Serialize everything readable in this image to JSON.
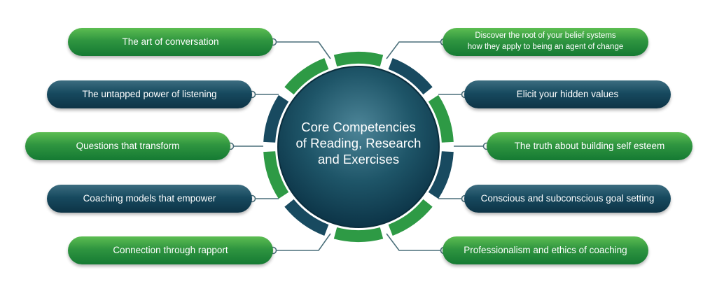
{
  "center": {
    "lines": [
      "Core Competencies",
      "of Reading, Research",
      "and Exercises"
    ]
  },
  "items": {
    "left": [
      {
        "label": "The art of conversation",
        "color": "green"
      },
      {
        "label": "The untapped power of listening",
        "color": "navy"
      },
      {
        "label": "Questions that transform",
        "color": "green"
      },
      {
        "label": "Coaching models that empower",
        "color": "navy"
      },
      {
        "label": "Connection through rapport",
        "color": "green"
      }
    ],
    "right": [
      {
        "label_lines": [
          "Discover the root of your belief systems",
          "how they apply to being an agent of change"
        ],
        "color": "green"
      },
      {
        "label": "Elicit your hidden values",
        "color": "navy"
      },
      {
        "label": "The truth about building self esteem",
        "color": "green"
      },
      {
        "label": "Conscious and subconscious goal setting",
        "color": "navy"
      },
      {
        "label": "Professionalism and ethics of coaching",
        "color": "green"
      }
    ]
  },
  "colors": {
    "green": "#2f9540",
    "navy": "#174a5f",
    "ring_green": "#2e9a45",
    "ring_navy": "#184a60",
    "core_dark": "#0c3447",
    "core_light": "#4d8598",
    "connector": "#4a6f7a"
  }
}
